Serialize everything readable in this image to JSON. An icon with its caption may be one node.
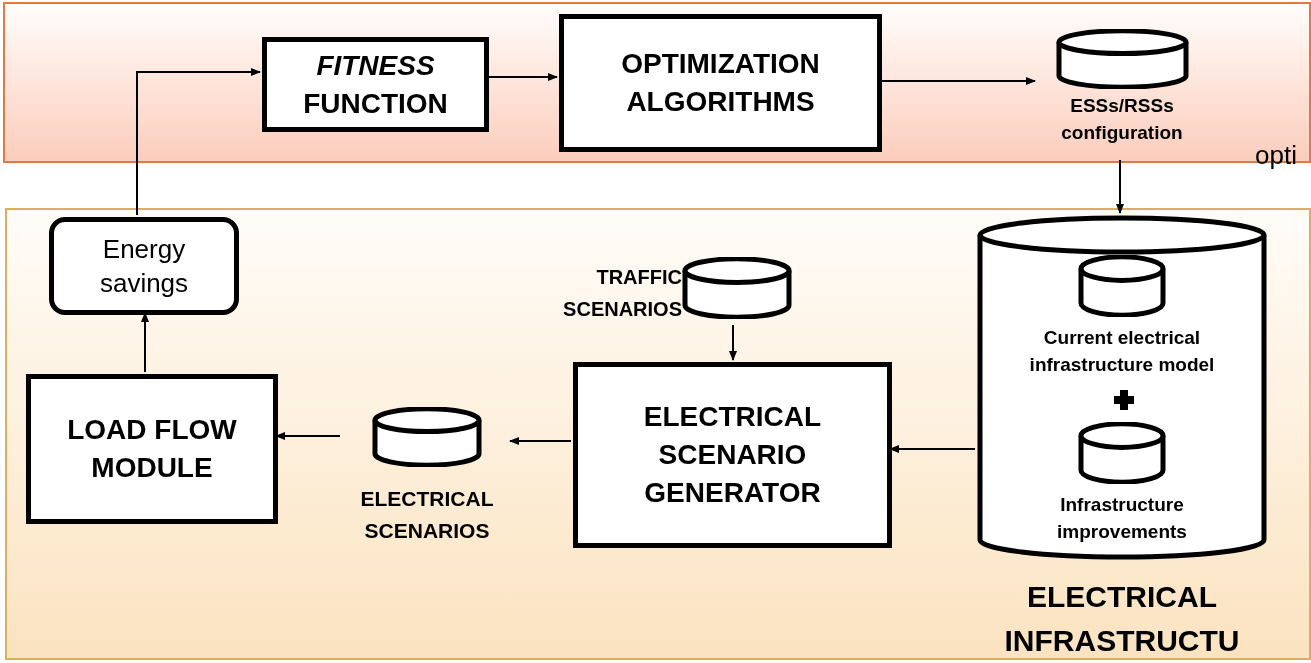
{
  "diagram": {
    "nodes": [
      {
        "text": [],
        "shape": "box"
      },
      {
        "text": [],
        "shape": "box"
      },
      {
        "text": [
          "*FITNESS* FUNCTION"
        ],
        "in": 0
      },
      {
        "text": [
          "OPTIMIZATION ALGORITHMS"
        ],
        "in": 0
      },
      {
        "text": [
          "ESSs/RSSs configuration"
        ],
        "in": 0
      },
      {
        "text": [
          "Energy savings"
        ],
        "in": 1
      },
      {
        "text": [
          "TRAFFIC SCENARIOS"
        ],
        "in": 1
      },
      {
        "text": [
          "ELECTRICAL SCENARIO GENERATOR"
        ],
        "in": 1
      },
      {
        "text": [
          "ELECTRICAL SCENARIOS"
        ],
        "in": 1
      },
      {
        "text": [
          "LOAD FLOW MODULE"
        ],
        "in": 1
      },
      {
        "text": [
          "ELECTRICAL INFRASTRUCTU"
        ],
        "in": 1
      },
      {
        "text": [
          "Current electrical infrastructure model"
        ],
        "in": 10
      },
      {
        "text": [
          "Infrastructure improvements"
        ],
        "in": 10
      }
    ],
    "edges": [
      {
        "from": 5,
        "to": 2,
        "arrow": "to"
      },
      {
        "from": 9,
        "to": 5,
        "arrow": "to"
      },
      {
        "from": 2,
        "to": 3,
        "arrow": "to"
      },
      {
        "from": 3,
        "to": 4,
        "arrow": "to"
      },
      {
        "from": 4,
        "to": 10,
        "arrow": "to"
      },
      {
        "from": 6,
        "to": 7,
        "arrow": "to"
      },
      {
        "from": 10,
        "to": 7,
        "arrow": "to"
      },
      {
        "from": 7,
        "to": 8,
        "arrow": "to"
      },
      {
        "from": 8,
        "to": 9,
        "arrow": "to"
      }
    ],
    "labels": [
      "opti"
    ]
  }
}
